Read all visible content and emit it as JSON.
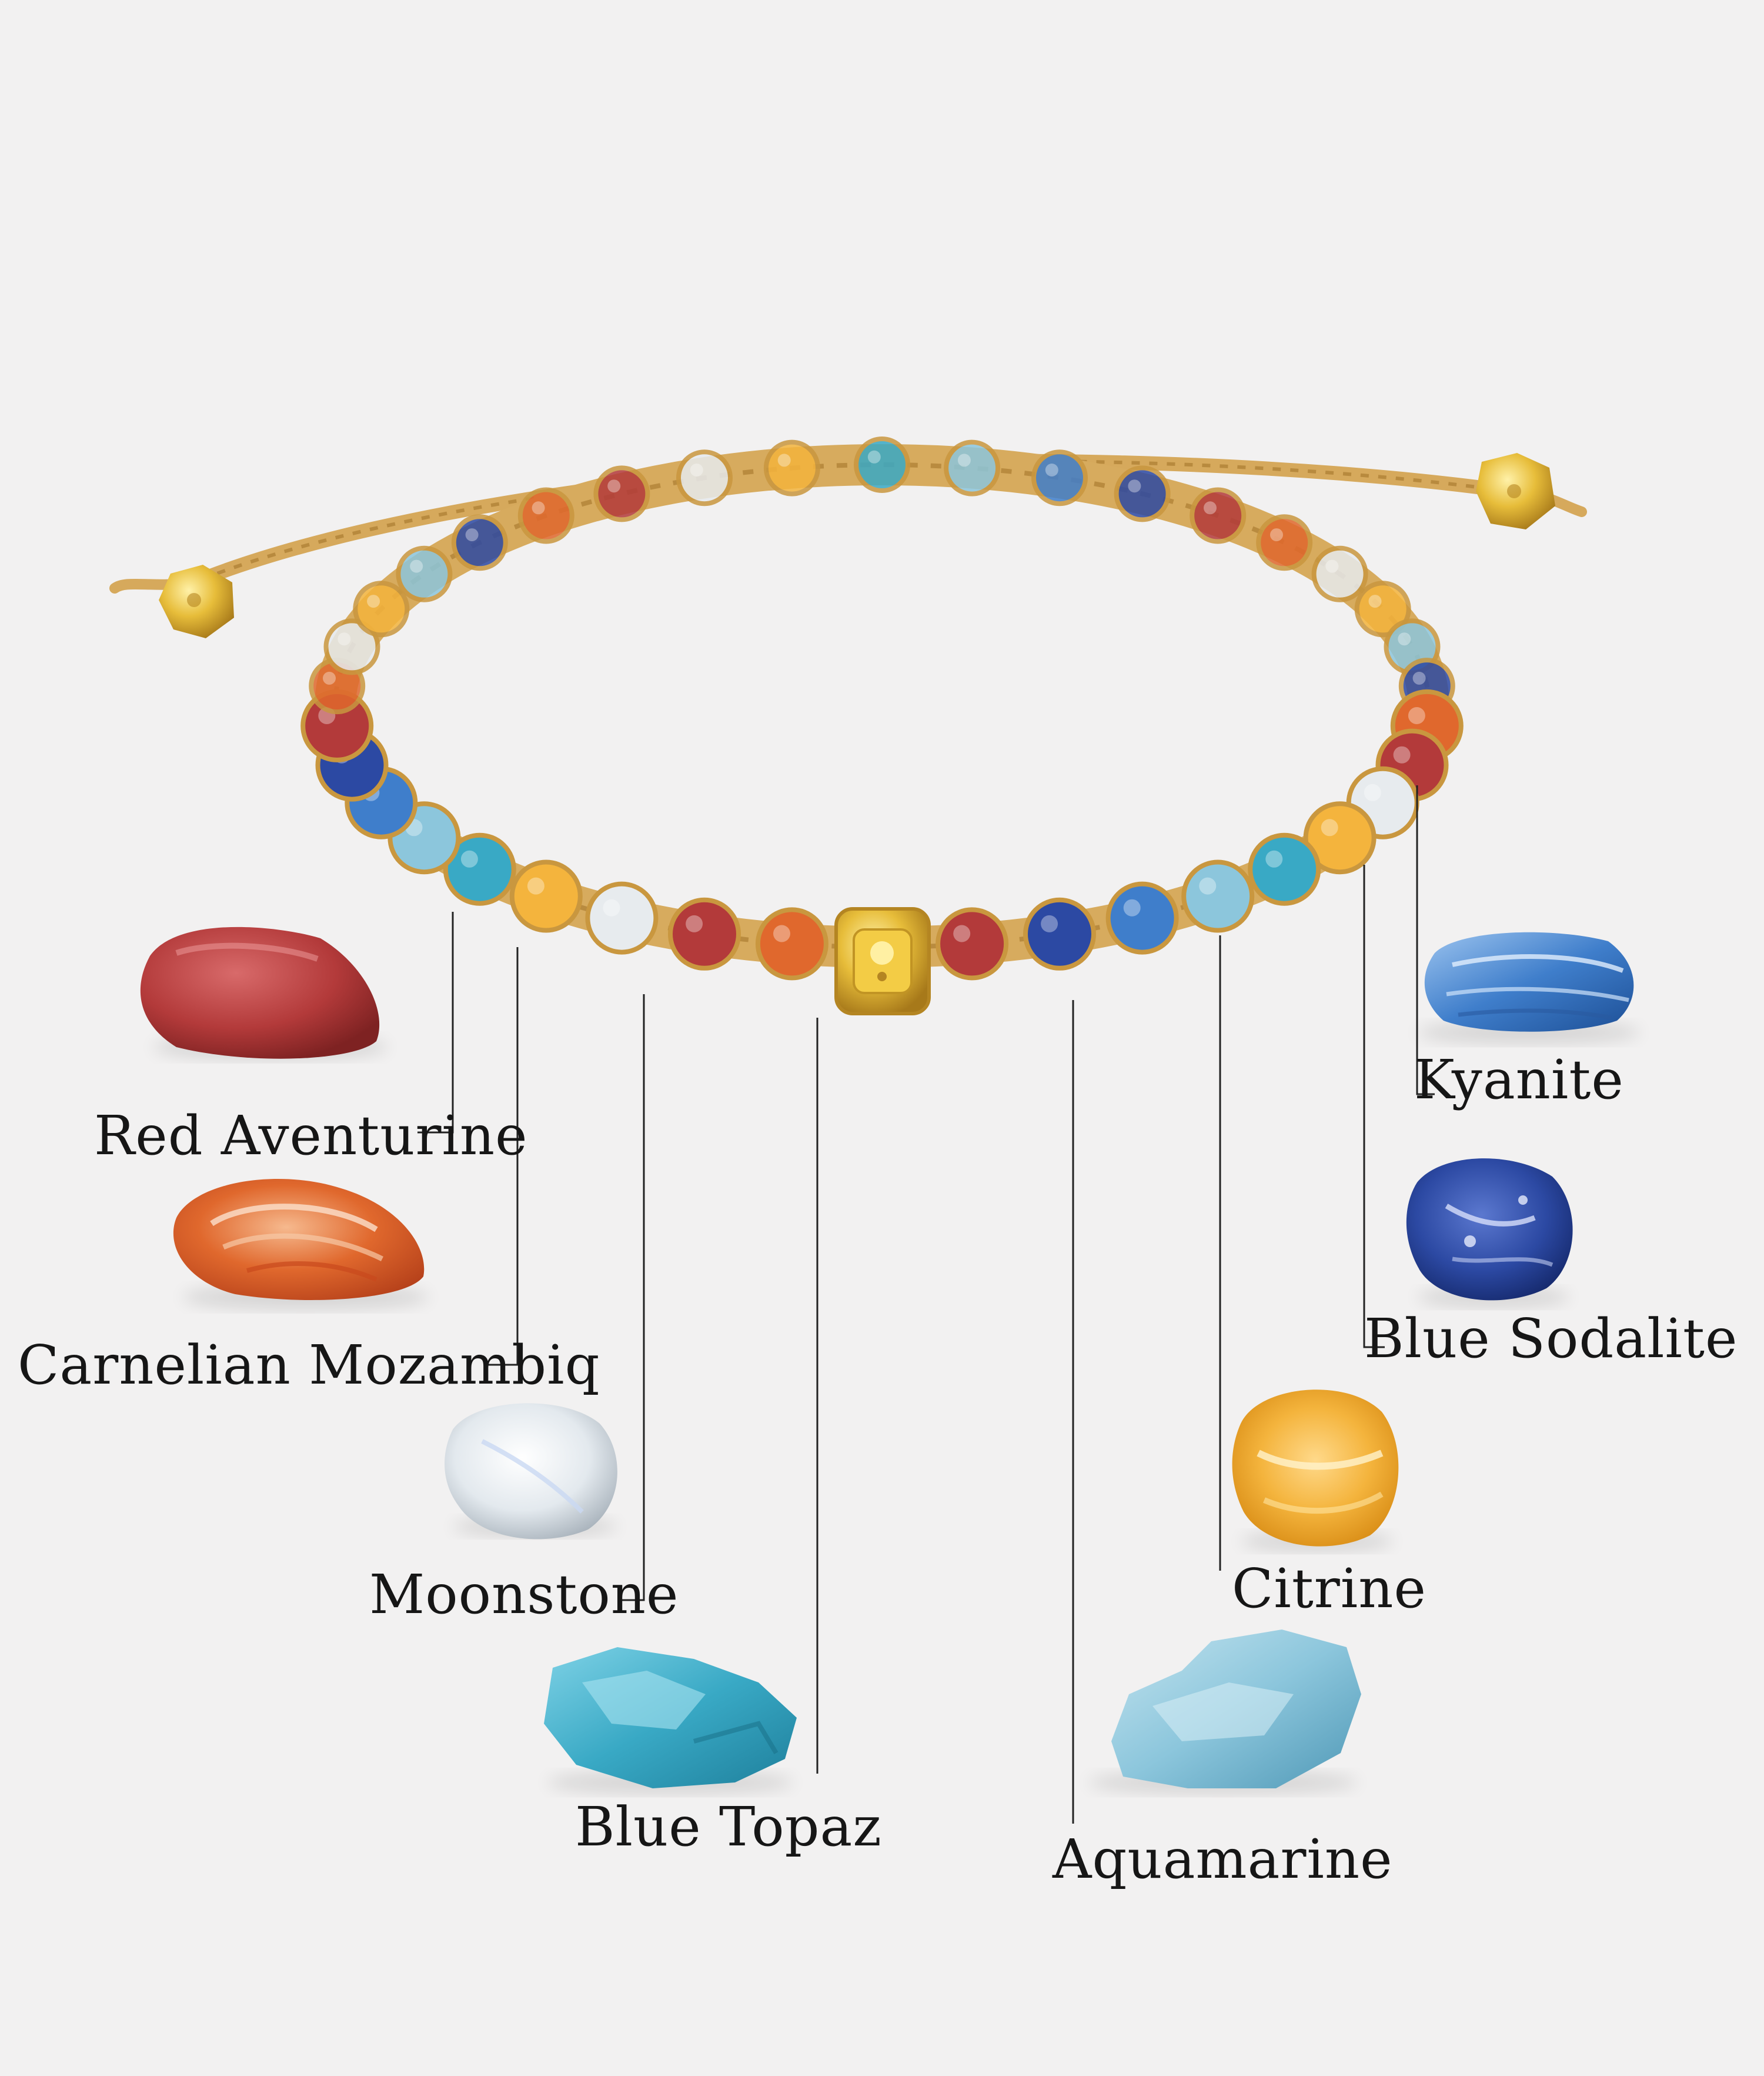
{
  "colors": {
    "background": "#f2f1f1",
    "text": "#161616",
    "leader_line": "#222222",
    "cord": "#d6a95c",
    "gold": "#d9a82a"
  },
  "stones": [
    {
      "id": "red-aventurine",
      "label": "Red Aventurine",
      "icon": "red-aventurine-stone",
      "color": "#b33a3a"
    },
    {
      "id": "carnelian-mozambiq",
      "label": "Carnelian Mozambiq",
      "icon": "carnelian-stone",
      "color": "#e0682d"
    },
    {
      "id": "moonstone",
      "label": "Moonstone",
      "icon": "moonstone-stone",
      "color": "#e7ebee"
    },
    {
      "id": "blue-topaz",
      "label": "Blue Topaz",
      "icon": "blue-topaz-stone",
      "color": "#39a9c5"
    },
    {
      "id": "aquamarine",
      "label": "Aquamarine",
      "icon": "aquamarine-stone",
      "color": "#8cc6dc"
    },
    {
      "id": "citrine",
      "label": "Citrine",
      "icon": "citrine-stone",
      "color": "#f4b43d"
    },
    {
      "id": "blue-sodalite",
      "label": "Blue Sodalite",
      "icon": "sodalite-stone",
      "color": "#2c49a3"
    },
    {
      "id": "kyanite",
      "label": "Kyanite",
      "icon": "kyanite-stone",
      "color": "#3f7ecb"
    }
  ]
}
